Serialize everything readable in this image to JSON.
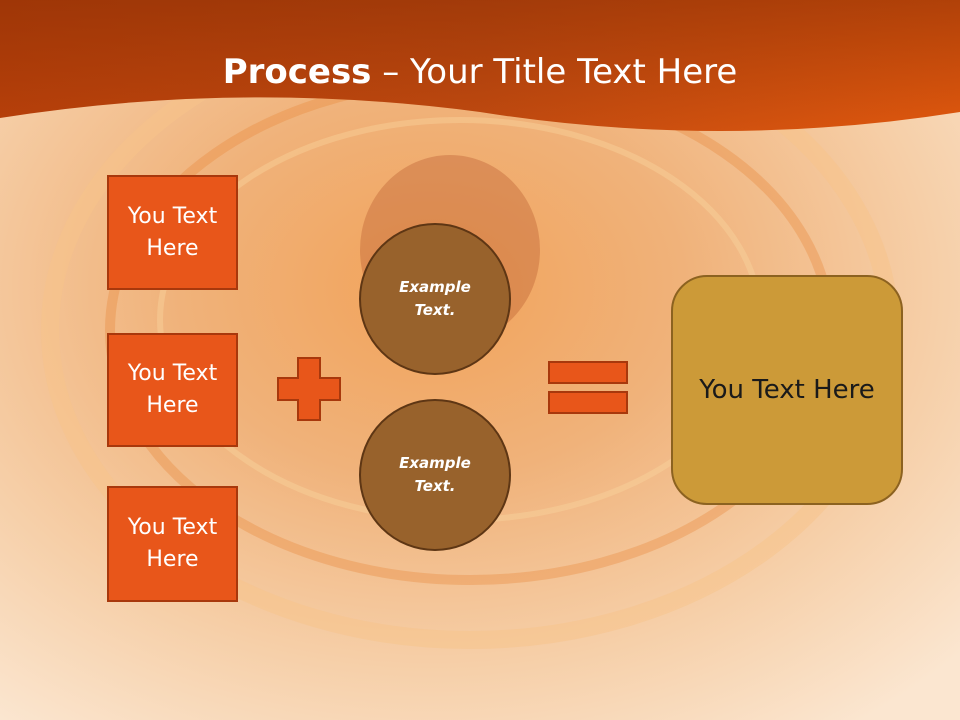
{
  "slide": {
    "title_bold": "Process",
    "title_rest": " – Your Title Text Here"
  },
  "left_boxes": [
    {
      "label": "You Text\nHere"
    },
    {
      "label": "You Text\nHere"
    },
    {
      "label": "You Text\nHere"
    }
  ],
  "circles": [
    {
      "label": "Example\nText."
    },
    {
      "label": "Example\nText."
    }
  ],
  "result": {
    "label": "You Text Here"
  },
  "icons": {
    "plus": "plus-icon",
    "equals": "equals-icon"
  },
  "colors": {
    "header": "#c24a0e",
    "box": "#e8561a",
    "circle": "#98622c",
    "result": "#cc9a38"
  }
}
